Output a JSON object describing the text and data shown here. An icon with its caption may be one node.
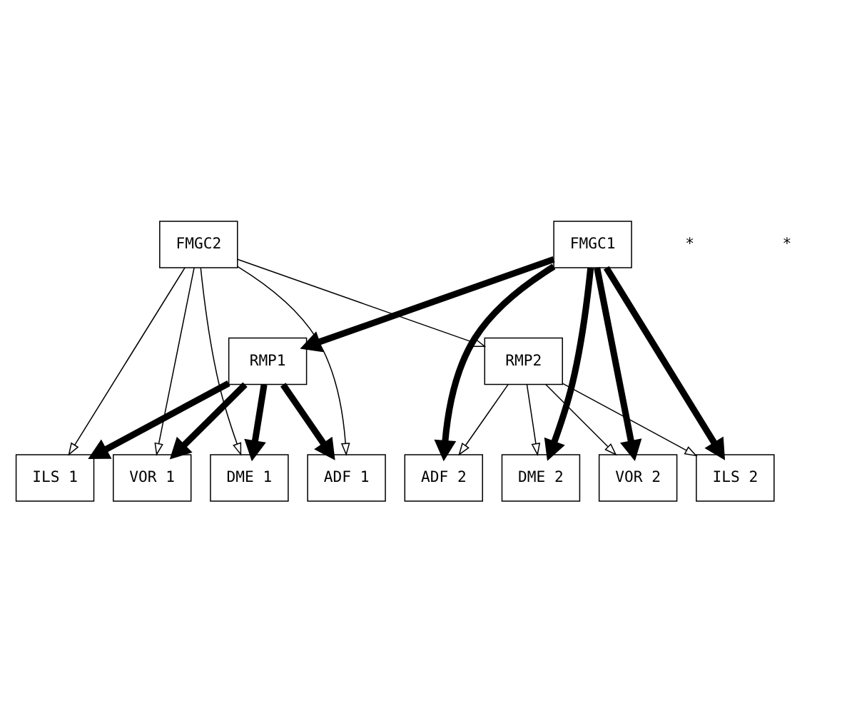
{
  "diagram": {
    "nodes": [
      {
        "text": [
          "FMGC1"
        ]
      },
      {
        "text": [
          "FMGC2"
        ]
      },
      {
        "text": [
          "RMP1"
        ]
      },
      {
        "text": [
          "RMP2"
        ]
      },
      {
        "text": [
          "VOR 1"
        ]
      },
      {
        "text": [
          "DME 1"
        ]
      },
      {
        "text": [
          "ILS 1"
        ]
      },
      {
        "text": [
          "ADF 1"
        ]
      },
      {
        "text": [
          "VOR 2"
        ]
      },
      {
        "text": [
          "DME 2"
        ]
      },
      {
        "text": [
          "ILS 2"
        ]
      },
      {
        "text": [
          "ADF 2"
        ]
      }
    ],
    "edges": [
      {
        "from": 0,
        "to": 2,
        "arrow": "to",
        "style": "thick"
      },
      {
        "from": 0,
        "to": 8,
        "arrow": "to",
        "style": "thick"
      },
      {
        "from": 0,
        "to": 9,
        "arrow": "to",
        "style": "thick"
      },
      {
        "from": 0,
        "to": 10,
        "arrow": "to",
        "style": "thick"
      },
      {
        "from": 0,
        "to": 11,
        "arrow": "to",
        "style": "thick"
      },
      {
        "from": 1,
        "to": 3,
        "arrow": "to"
      },
      {
        "from": 1,
        "to": 4,
        "arrow": "to"
      },
      {
        "from": 1,
        "to": 5,
        "arrow": "to"
      },
      {
        "from": 1,
        "to": 6,
        "arrow": "to"
      },
      {
        "from": 1,
        "to": 7,
        "arrow": "to"
      },
      {
        "from": 2,
        "to": 4,
        "arrow": "to",
        "style": "thick"
      },
      {
        "from": 2,
        "to": 5,
        "arrow": "to",
        "style": "thick"
      },
      {
        "from": 2,
        "to": 6,
        "arrow": "to",
        "style": "thick"
      },
      {
        "from": 2,
        "to": 7,
        "arrow": "to",
        "style": "thick"
      },
      {
        "from": 3,
        "to": 8,
        "arrow": "to"
      },
      {
        "from": 3,
        "to": 9,
        "arrow": "to"
      },
      {
        "from": 3,
        "to": 10,
        "arrow": "to"
      },
      {
        "from": 3,
        "to": 11,
        "arrow": "to"
      }
    ],
    "labels": [
      "*",
      "*"
    ]
  }
}
